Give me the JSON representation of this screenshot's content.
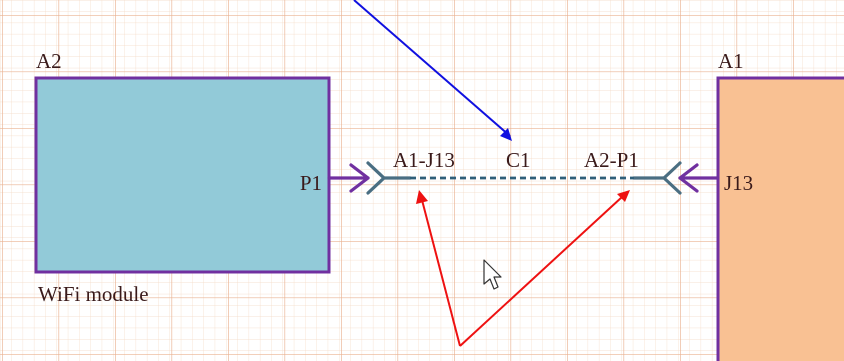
{
  "colors": {
    "grid_minor": "#f4d9c4",
    "grid_major": "#e9b291",
    "background": "#ffffff",
    "wifi_block_fill": "#92cad8",
    "a1_block_fill": "#f9c193",
    "block_border": "#7030a0",
    "pin_arrow": "#7030a0",
    "connector": "#4a6e82",
    "wire_dash": "#2f5f7a",
    "annotation_blue": "#1010e0",
    "annotation_red": "#ee1111",
    "label_text": "#3a1a1a"
  },
  "blocks": {
    "a2": {
      "ref": "A2",
      "description": "WiFi module",
      "pin": "P1"
    },
    "a1": {
      "ref": "A1",
      "pin": "J13"
    }
  },
  "wire": {
    "left_label": "A1-J13",
    "center_label": "C1",
    "right_label": "A2-P1"
  },
  "cursor": {
    "icon": "arrow-pointer-icon"
  }
}
